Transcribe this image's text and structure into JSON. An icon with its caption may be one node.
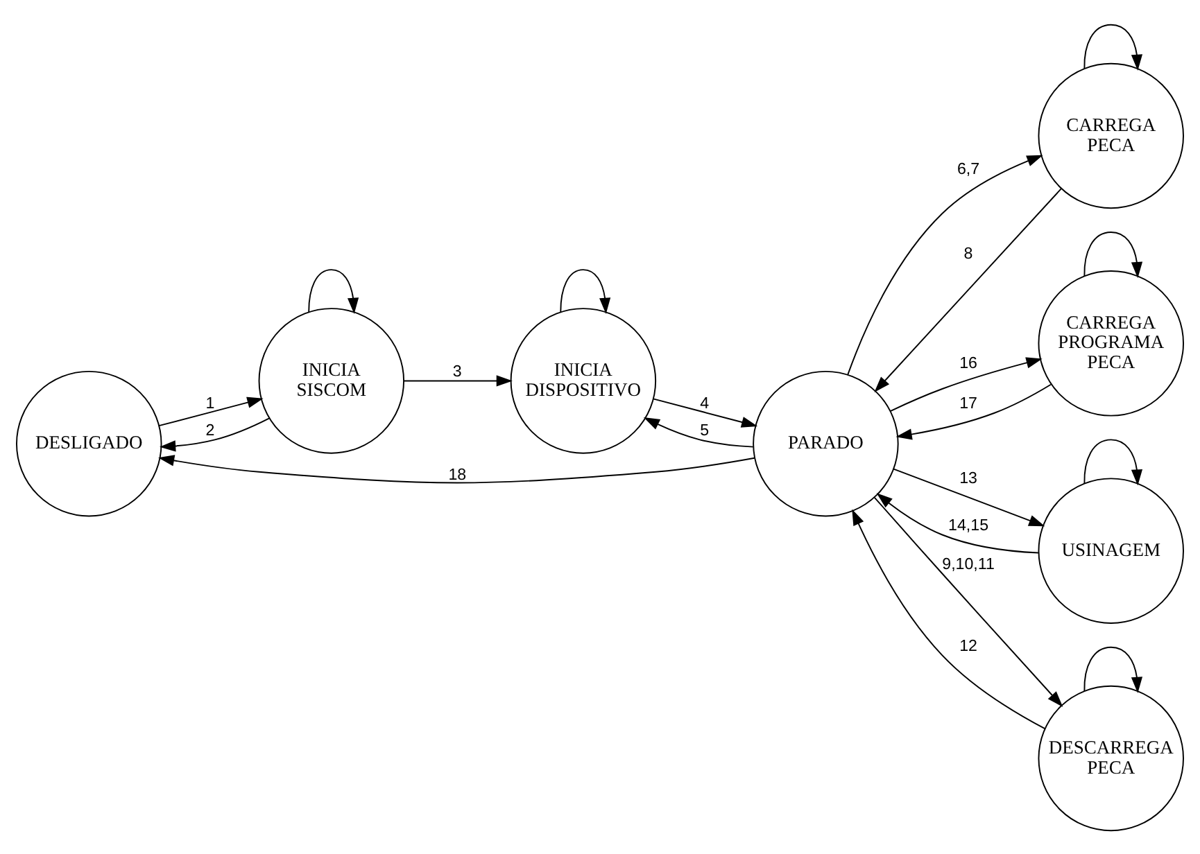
{
  "diagram": {
    "nodes": [
      {
        "text": [
          "DESLIGADO"
        ]
      },
      {
        "text": [
          "INICIA SISCOM"
        ]
      },
      {
        "text": [
          "INICIA DISPOSITIVO"
        ]
      },
      {
        "text": [
          "PARADO"
        ]
      },
      {
        "text": [
          "CARREGA PECA"
        ]
      },
      {
        "text": [
          "CARREGA PROGRAMA PECA"
        ]
      },
      {
        "text": [
          "USINAGEM"
        ]
      },
      {
        "text": [
          "DESCARREGA PECA"
        ]
      }
    ],
    "edges": [
      {
        "from": 0,
        "to": 1,
        "arrow": "to",
        "label": "1"
      },
      {
        "from": 1,
        "to": 0,
        "arrow": "to",
        "label": "2"
      },
      {
        "from": 1,
        "to": 1,
        "arrow": "to"
      },
      {
        "from": 1,
        "to": 2,
        "arrow": "to",
        "label": "3"
      },
      {
        "from": 2,
        "to": 2,
        "arrow": "to"
      },
      {
        "from": 2,
        "to": 3,
        "arrow": "to",
        "label": "4"
      },
      {
        "from": 3,
        "to": 2,
        "arrow": "to",
        "label": "5"
      },
      {
        "from": 3,
        "to": 0,
        "arrow": "to",
        "label": "18"
      },
      {
        "from": 3,
        "to": 4,
        "arrow": "to",
        "label": "6,7"
      },
      {
        "from": 4,
        "to": 3,
        "arrow": "to",
        "label": "8"
      },
      {
        "from": 4,
        "to": 4,
        "arrow": "to"
      },
      {
        "from": 3,
        "to": 5,
        "arrow": "to",
        "label": "16"
      },
      {
        "from": 5,
        "to": 3,
        "arrow": "to",
        "label": "17"
      },
      {
        "from": 5,
        "to": 5,
        "arrow": "to"
      },
      {
        "from": 3,
        "to": 6,
        "arrow": "to",
        "label": "13"
      },
      {
        "from": 6,
        "to": 3,
        "arrow": "to",
        "label": "14,15"
      },
      {
        "from": 6,
        "to": 6,
        "arrow": "to"
      },
      {
        "from": 3,
        "to": 7,
        "arrow": "to",
        "label": "9,10,11"
      },
      {
        "from": 7,
        "to": 3,
        "arrow": "to",
        "label": "12"
      },
      {
        "from": 7,
        "to": 7,
        "arrow": "to"
      }
    ]
  }
}
